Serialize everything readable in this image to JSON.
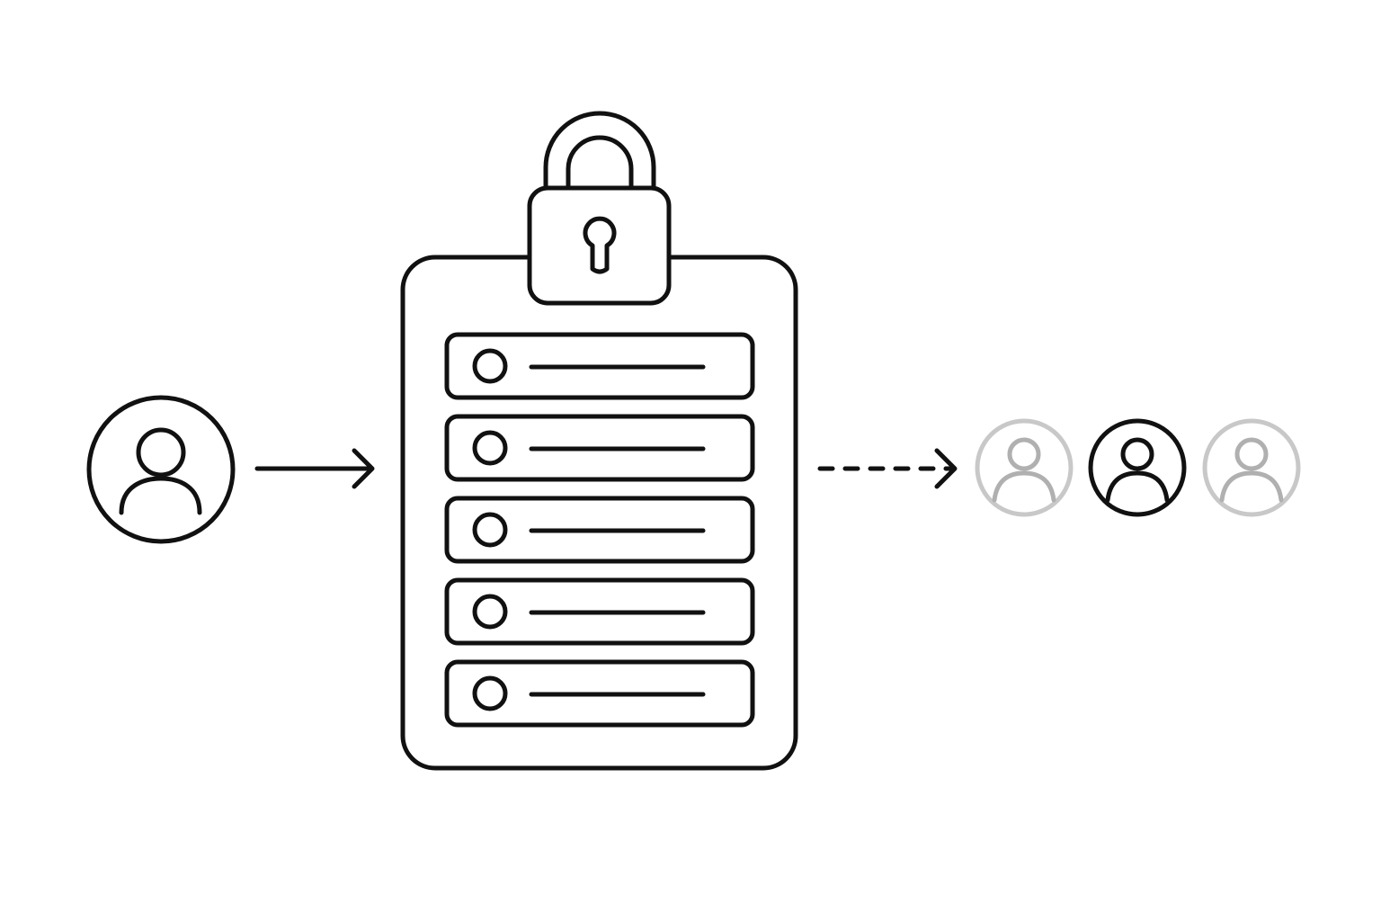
{
  "colors": {
    "background": "#ffffff",
    "stroke": "#111111",
    "faded_recipient": "#c8c8c8",
    "faded_recipient_inner": "#b0b0b0"
  },
  "source_user": {
    "icon": "user-icon"
  },
  "flow_in": {
    "style": "solid",
    "icon": "arrow-right-icon"
  },
  "vault": {
    "icon": "clipboard-icon",
    "lock": {
      "icon": "padlock-icon",
      "keyhole_icon": "keyhole-icon",
      "state": "locked"
    },
    "records": [
      {
        "icon": "record-dot-icon",
        "line": "record-line"
      },
      {
        "icon": "record-dot-icon",
        "line": "record-line"
      },
      {
        "icon": "record-dot-icon",
        "line": "record-line"
      },
      {
        "icon": "record-dot-icon",
        "line": "record-line"
      },
      {
        "icon": "record-dot-icon",
        "line": "record-line"
      }
    ]
  },
  "flow_out": {
    "style": "dashed",
    "icon": "arrow-right-icon"
  },
  "recipients": [
    {
      "icon": "user-icon",
      "emphasis": "faded"
    },
    {
      "icon": "user-icon",
      "emphasis": "active"
    },
    {
      "icon": "user-icon",
      "emphasis": "faded"
    }
  ]
}
